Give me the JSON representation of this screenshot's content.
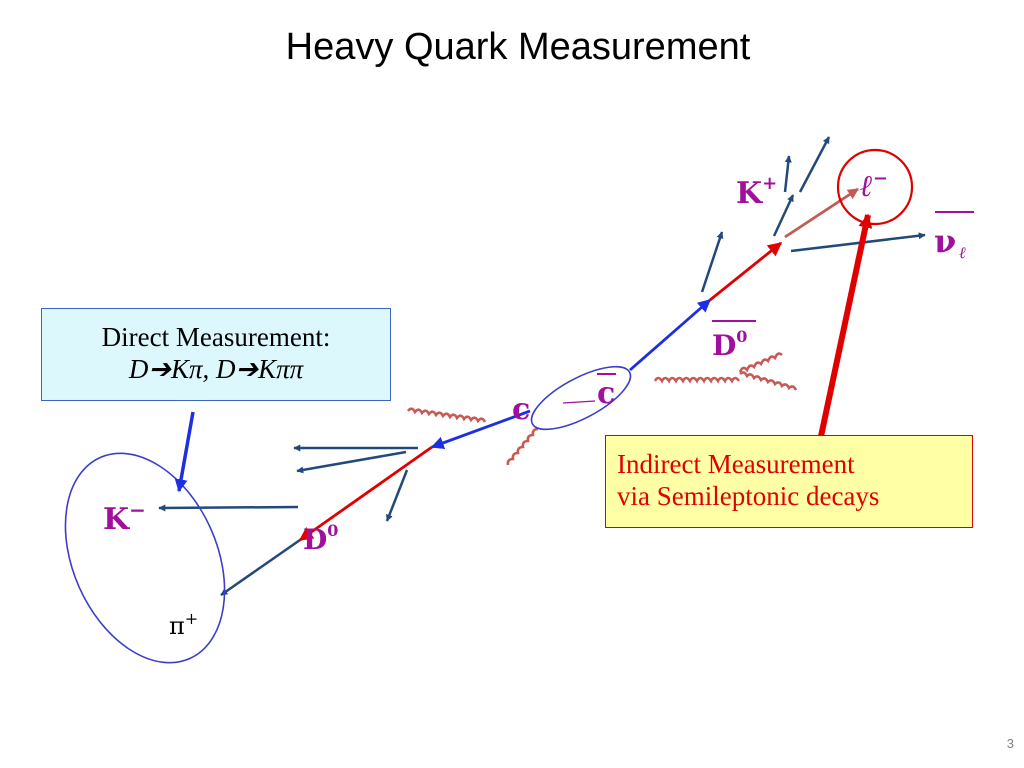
{
  "slide": {
    "title": "Heavy Quark Measurement",
    "page_number": "3"
  },
  "direct_box": {
    "line1": "Direct Measurement:",
    "line2": "D➔Kπ, D➔Kππ"
  },
  "indirect_box": {
    "line1": "Indirect Measurement",
    "line2": "via Semileptonic decays"
  },
  "particles": {
    "charm": "c",
    "anticharm": "c",
    "d0_left": "D",
    "d0_left_sup": "0",
    "d0_right": "D",
    "d0_right_sup": "0",
    "kaon_minus": "K",
    "kaon_minus_sup": "−",
    "pion_plus": "π",
    "pion_plus_sup": "+",
    "kaon_plus": "K",
    "kaon_plus_sup": "+",
    "lepton": "ℓ",
    "lepton_sup": "−",
    "neutrino": "ν",
    "neutrino_sub": "ℓ"
  },
  "colors": {
    "purple_label": "#a0109d",
    "red": "#e00000",
    "blue": "#1d2fe0",
    "navy": "#23497a",
    "gluon": "#c75a55",
    "lepton_line": "#c35a55",
    "ellipse": "#3b3fc8"
  }
}
